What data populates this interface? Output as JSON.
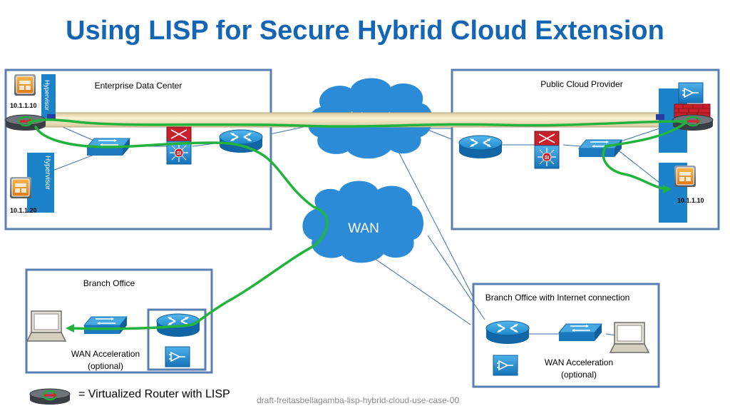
{
  "title": "Using LISP for Secure Hybrid Cloud Extension",
  "clouds": {
    "internet": "Internet",
    "wan": "WAN"
  },
  "sites": {
    "enterprise": {
      "label": "Enterprise Data Center",
      "hypervisor_top": "Hypervisor",
      "hypervisor_bottom": "Hypervisor",
      "vm_top_ip": "10.1.1.10",
      "vm_bottom_ip": "10.1.1.20"
    },
    "public_cloud": {
      "label": "Public Cloud Provider",
      "vm_ip": "10.1.1.10"
    },
    "branch": {
      "label": "Branch Office",
      "wan_accel_line1": "WAN Acceleration",
      "wan_accel_line2": "(optional)"
    },
    "branch_internet": {
      "label": "Branch Office with Internet connection",
      "wan_accel_line1": "WAN Acceleration",
      "wan_accel_line2": "(optional)"
    }
  },
  "legend": {
    "text": "= Virtualized Router with LISP"
  },
  "footnote": "draft-freitasbellagamba-lisp-hybrid-cloud-use-case-00",
  "icons": {
    "vm": "vm-stack-icon",
    "router": "router-icon",
    "switch": "switch-icon",
    "firewall": "firewall-icon",
    "lb": "load-balancer-icon",
    "laptop": "laptop-icon",
    "wan_opt": "wan-accelerator-icon",
    "lisp_router": "virtual-router-lisp-icon"
  },
  "colors": {
    "title": "#1565b5",
    "site_border": "#4a6fa5",
    "cloud": "#2f8fd8",
    "path": "#1faa3a",
    "tunnel": "#f3e6b8",
    "device_blue": "#1e88c8",
    "firewall_red": "#c8202a"
  }
}
